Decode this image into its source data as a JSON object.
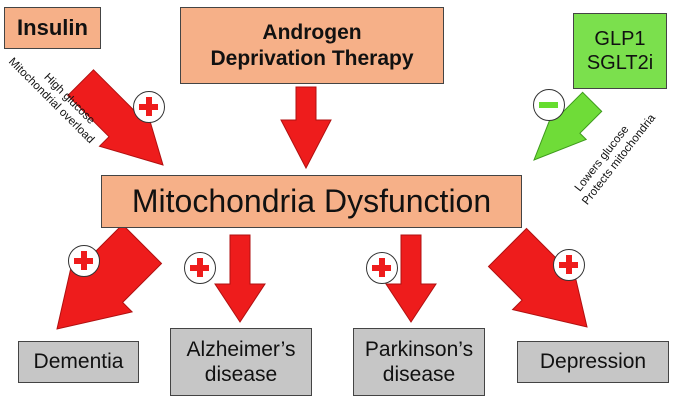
{
  "nodes": {
    "insulin": "Insulin",
    "adt": "Androgen\nDeprivation Therapy",
    "glp1": "GLP1\nSGLT2i",
    "mito": "Mitochondria Dysfunction",
    "dementia": "Dementia",
    "alzheimers": "Alzheimer’s\ndisease",
    "parkinsons": "Parkinson’s\ndisease",
    "depression": "Depression"
  },
  "notes": {
    "insulin_line1": "High glucose",
    "insulin_line2": "Mitochondrial overload",
    "glp1_line1": "Lowers glucose",
    "glp1_line2": "Protects mitochondria"
  },
  "effects": {
    "insulin": "positive",
    "glp1": "negative",
    "dementia": "positive",
    "alzheimers": "positive",
    "parkinsons": "positive",
    "depression": "positive"
  },
  "colors": {
    "arrow_red": "#ee1c1c",
    "arrow_green": "#6fdc38",
    "box_orange": "#f6b088",
    "box_green": "#7be04d",
    "box_gray": "#c6c6c6"
  }
}
